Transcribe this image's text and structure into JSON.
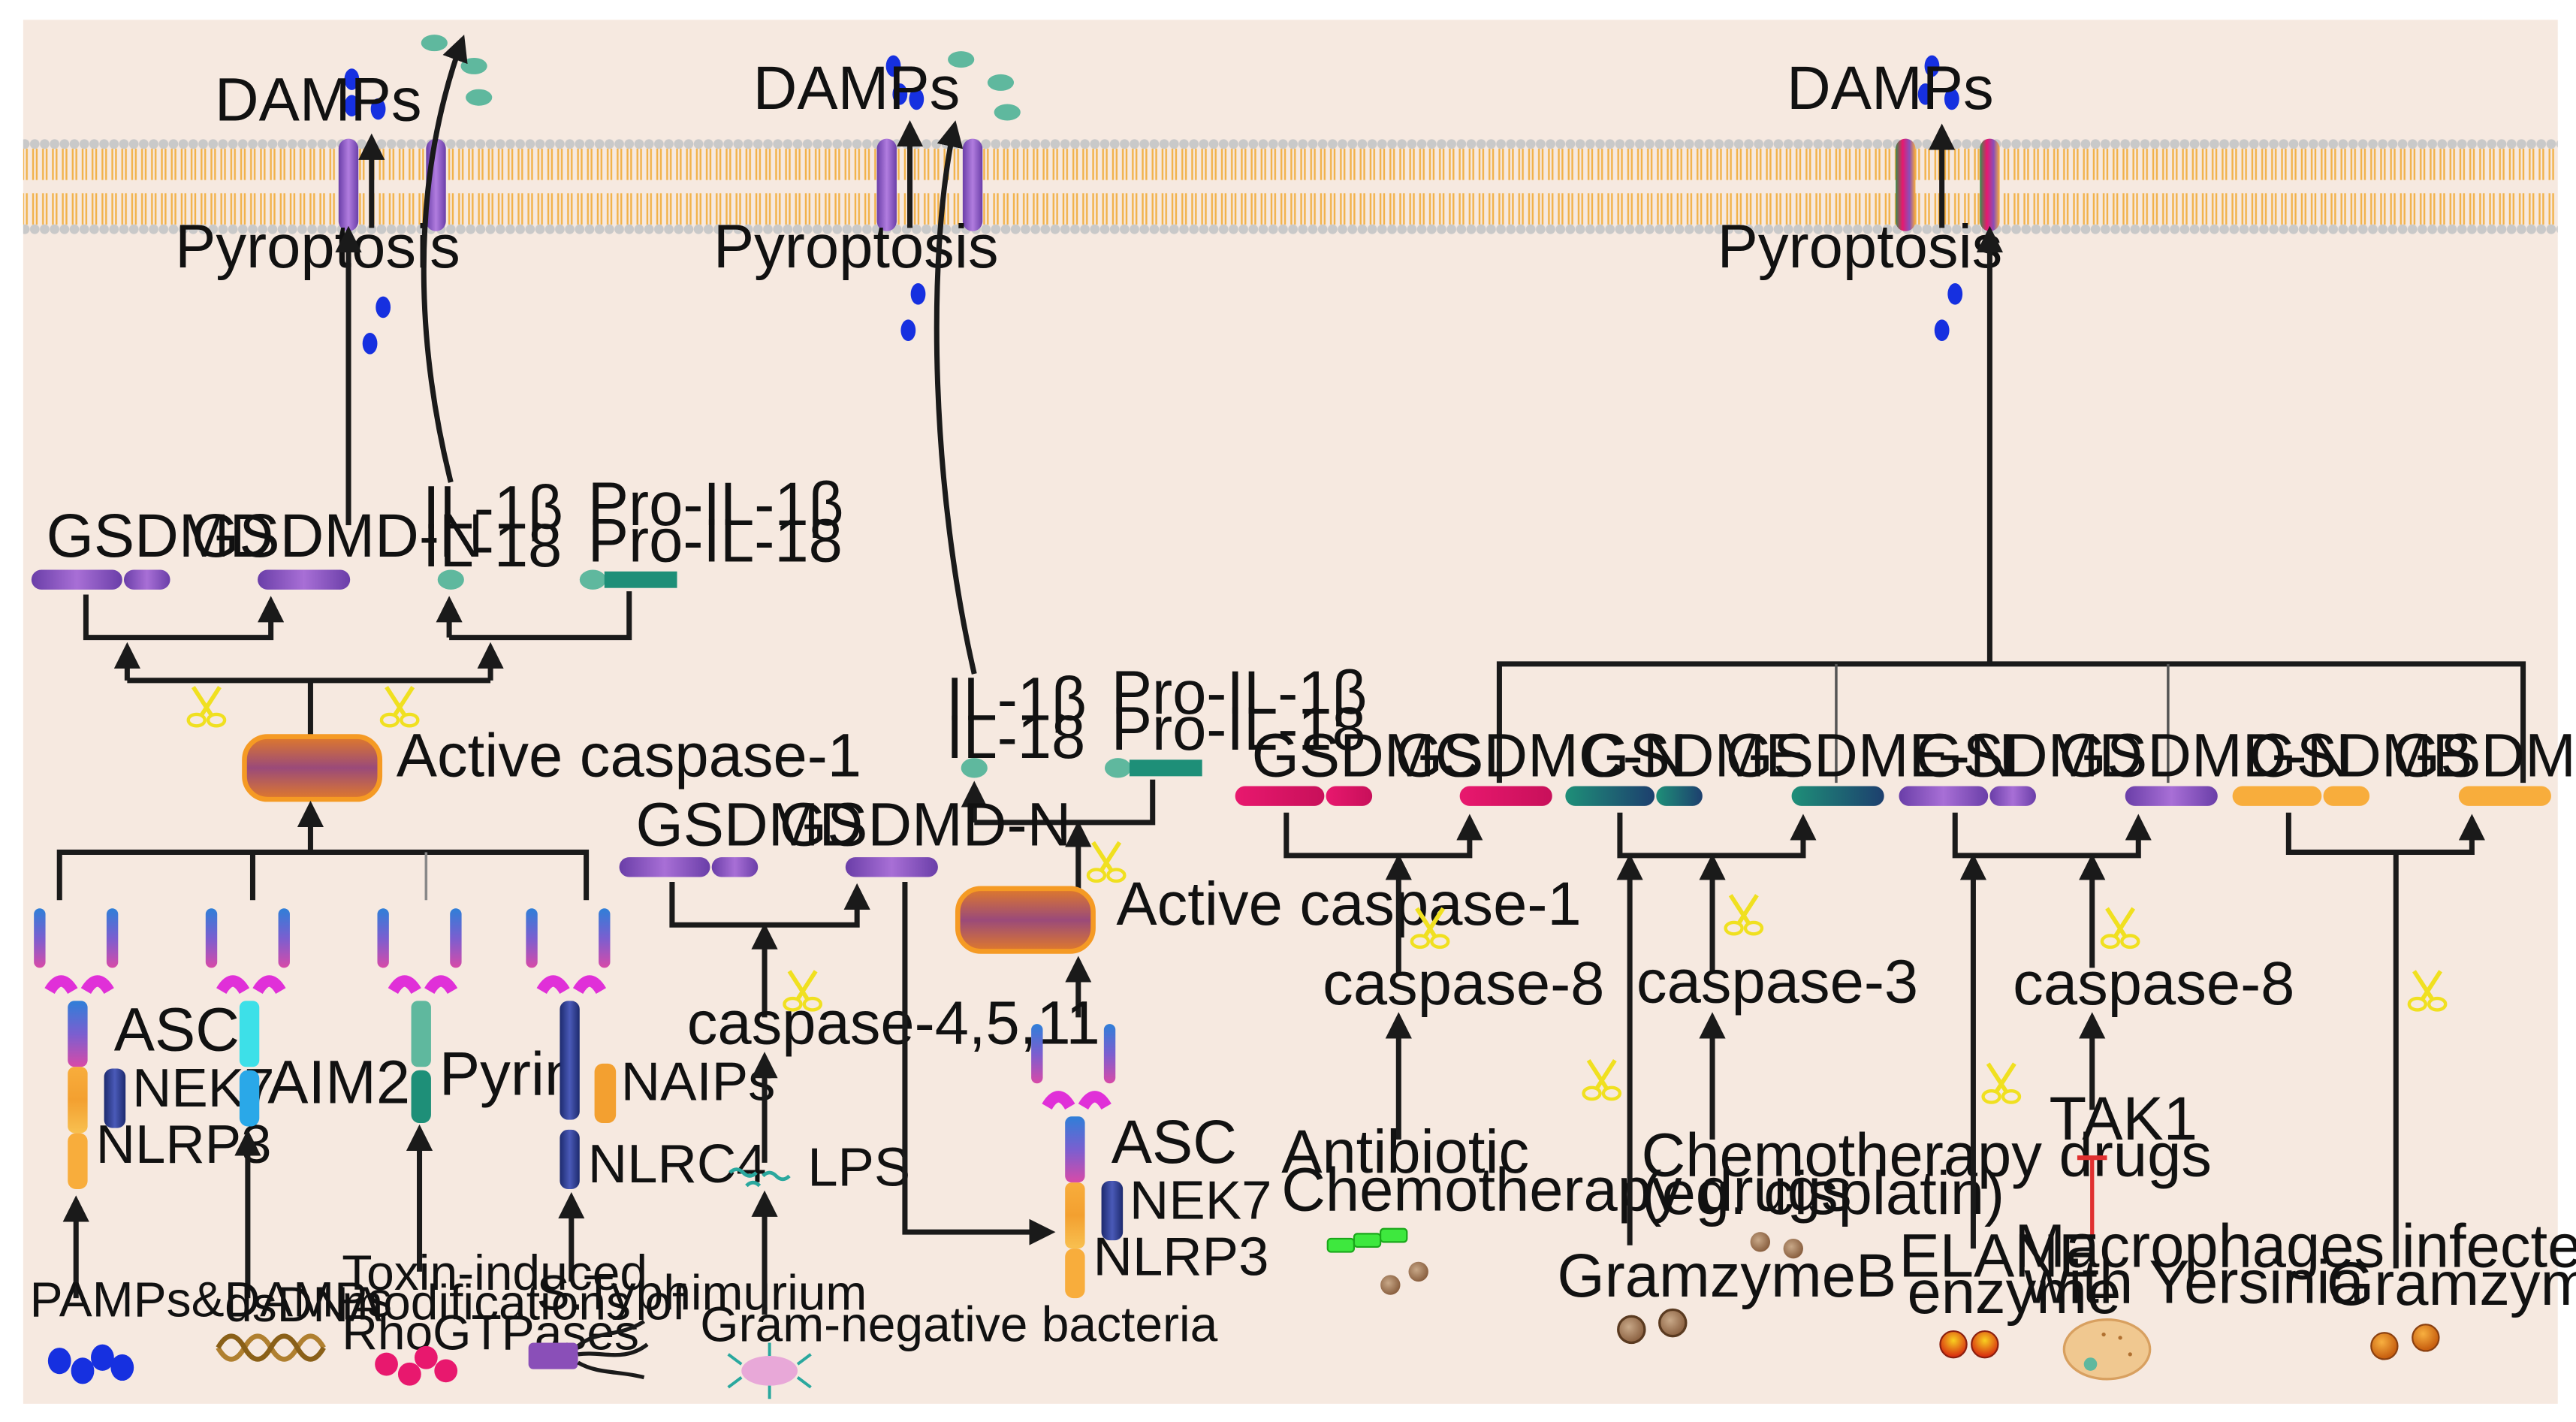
{
  "colors": {
    "background": "#f6e9e0",
    "membrane": "#f2b24a",
    "gsdmd": "#8a4fb8",
    "gsdmc": "#e8186e",
    "gsdme": "#1e8f78",
    "gsdmb": "#f8ad3c",
    "caspase": "#d9741e",
    "damps": "#1630e0",
    "cytokine": "#5fb89e",
    "scissors": "#f0e020",
    "inhibit": "#e03030"
  },
  "labels": {
    "damps_1": "DAMPs",
    "damps_2": "DAMPs",
    "damps_3": "DAMPs",
    "pyroptosis_1": "Pyroptosis",
    "pyroptosis_2": "Pyroptosis",
    "pyroptosis_3": "Pyroptosis",
    "gsdmd_1": "GSDMD",
    "gsdmd_n_1": "GSDMD-N",
    "il1b_1": "IL-1β",
    "il18_1": "IL-18",
    "pro_il1b_1": "Pro-IL-1β",
    "pro_il18_1": "Pro-IL-18",
    "active_casp1_1": "Active  caspase-1",
    "asc_1": "ASC",
    "nek7_1": "NEK7",
    "nlrp3_1": "NLRP3",
    "aim2": "AIM2",
    "pyrin": "Pyrin",
    "naips": "NAIPs",
    "nlrc4": "NLRC4",
    "pamps_damps": "PAMPs&DAMPs",
    "dsdna": "dsDNA",
    "toxin_1": "Toxin-induced",
    "toxin_2": "modifications of",
    "toxin_3": "RhoGTPases",
    "styphimurium": "S.Typhimurium",
    "gsdmd_2": "GSDMD",
    "gsdmd_n_2": "GSDMD-N",
    "casp4511": "caspase-4,5,11",
    "lps": "LPS",
    "gram_neg": "Gram-negative bacteria",
    "il1b_2": "IL-1β",
    "il18_2": "IL-18",
    "pro_il1b_2": "Pro-IL-1β",
    "pro_il18_2": "Pro-IL-18",
    "active_casp1_2": "Active  caspase-1",
    "asc_2": "ASC",
    "nek7_2": "NEK7",
    "nlrp3_2": "NLRP3",
    "gsdmc": "GSDMC",
    "gsdmc_n": "GSDMC-N",
    "gsdme": "GSDME",
    "gsdme_n": "GSDME-N",
    "gsdmd_3": "GSDMD",
    "gsdmd_n_3": "GSDMD-N",
    "gsdmb": "GSDMB",
    "gsdmb_n": "GSDMB-N",
    "casp8_1": "caspase-8",
    "casp3": "caspase-3",
    "casp8_2": "caspase-8",
    "antibiotic_1": "Antibiotic",
    "antibiotic_2": "Chemotherapy drugs",
    "chemo_1": "Chemotherapy drugs",
    "chemo_2": "(eg. cisplatin)",
    "granzymeb": "GramzymeB",
    "elane_1": "ELANE",
    "elane_2": "enzyme",
    "tak1": "TAK1",
    "macro_1": "Macrophages infected",
    "macro_2": "with Yersinia",
    "granzymea": "GramzymeA"
  }
}
